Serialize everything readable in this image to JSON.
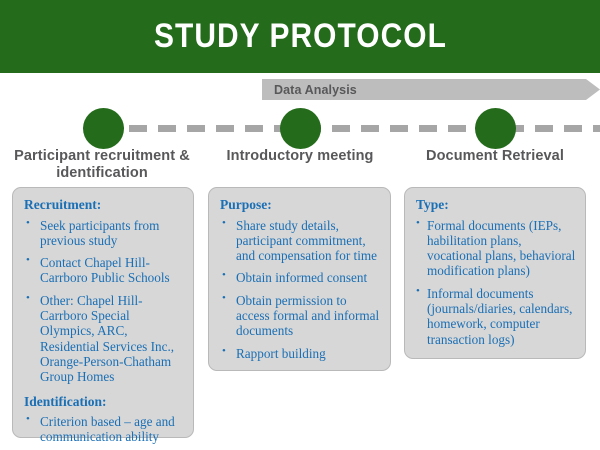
{
  "title": "STUDY PROTOCOL",
  "phase_banner": {
    "label": "Data Analysis",
    "color": "#bdbdbd",
    "text_color": "#58585a"
  },
  "theme": {
    "green": "#246b1b",
    "gray_box": "#d7d7d7",
    "blue_text": "#1a6fb5",
    "gray_text": "#58585a",
    "dash_gray": "#a6a6a6"
  },
  "stages": [
    {
      "heading": "Participant recruitment & identification",
      "sections": [
        {
          "subhead": "Recruitment:",
          "bullets": [
            "Seek participants from previous study",
            "Contact Chapel Hill-Carrboro Public Schools",
            "Other: Chapel Hill-Carrboro Special Olympics, ARC, Residential Services Inc., Orange-Person-Chatham Group Homes"
          ]
        },
        {
          "subhead": "Identification:",
          "bullets": [
            "Criterion based – age and communication ability"
          ]
        }
      ]
    },
    {
      "heading": "Introductory meeting",
      "sections": [
        {
          "subhead": "Purpose:",
          "bullets": [
            "Share study details, participant commitment, and compensation for time",
            "Obtain informed consent",
            "Obtain permission to access formal and informal documents",
            "Rapport building"
          ]
        }
      ]
    },
    {
      "heading": "Document Retrieval",
      "sections": [
        {
          "subhead": "Type:",
          "bullets": [
            "Formal documents (IEPs, habilitation plans, vocational plans, behavioral modification plans)",
            "Informal documents (journals/diaries, calendars, homework, computer transaction logs)"
          ]
        }
      ]
    }
  ]
}
